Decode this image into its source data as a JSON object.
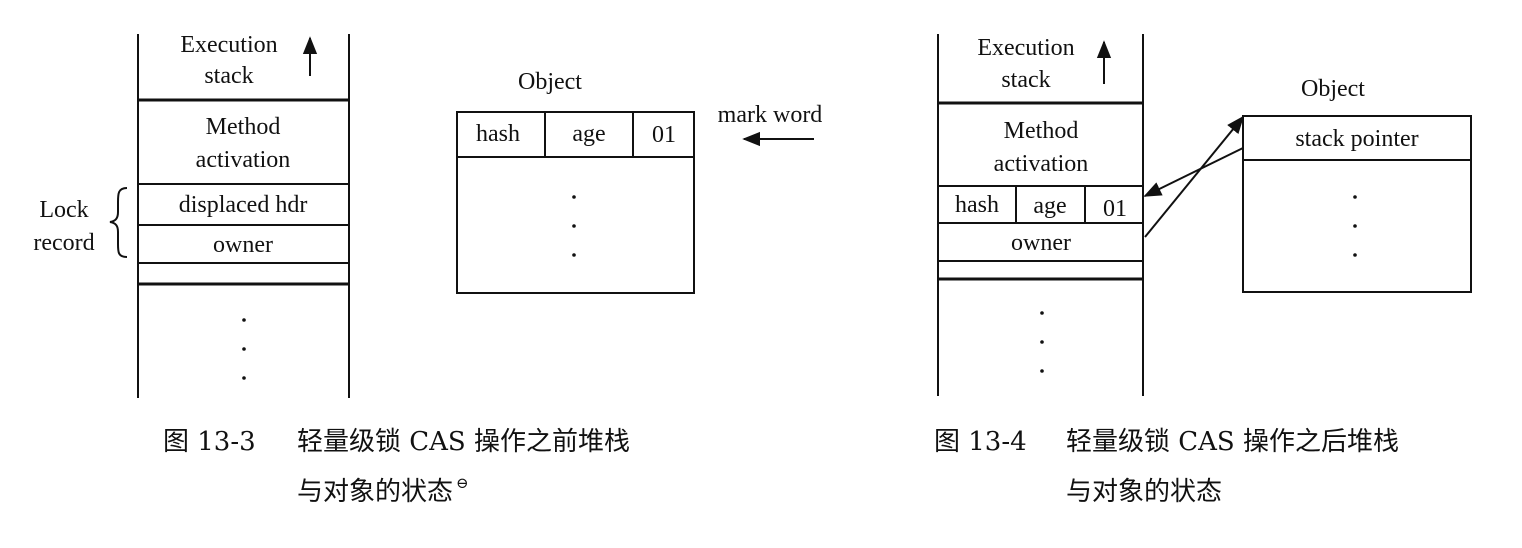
{
  "figure_left": {
    "stack": {
      "execution_label_line1": "Execution",
      "execution_label_line2": "stack",
      "method_line1": "Method",
      "method_line2": "activation",
      "displaced_hdr": "displaced hdr",
      "owner": "owner"
    },
    "lock_record": {
      "line1": "Lock",
      "line2": "record"
    },
    "object": {
      "title": "Object",
      "hash": "hash",
      "age": "age",
      "bits": "01",
      "mark_word": "mark word"
    },
    "caption": {
      "number": "图 13-3",
      "line1": "轻量级锁 CAS 操作之前堆栈",
      "line2": "与对象的状态",
      "footnote_mark": "⊖"
    }
  },
  "figure_right": {
    "stack": {
      "execution_label_line1": "Execution",
      "execution_label_line2": "stack",
      "method_line1": "Method",
      "method_line2": "activation",
      "hash": "hash",
      "age": "age",
      "bits": "01",
      "owner": "owner"
    },
    "object": {
      "title": "Object",
      "stack_pointer": "stack pointer"
    },
    "caption": {
      "number": "图 13-4",
      "line1": "轻量级锁 CAS 操作之后堆栈",
      "line2": "与对象的状态"
    }
  }
}
